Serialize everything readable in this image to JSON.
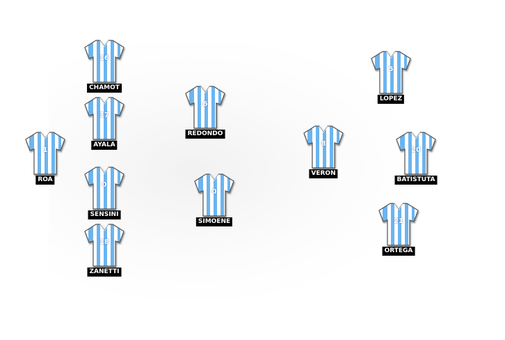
{
  "colors": {
    "shirt_blue": "#6cb4ee",
    "shirt_white": "#ffffff",
    "label_bg": "#000000"
  },
  "players": [
    {
      "id": "chamot",
      "name": "CHAMOT",
      "number": "16"
    },
    {
      "id": "ayala",
      "name": "AYALA",
      "number": "17"
    },
    {
      "id": "roa",
      "name": "ROA",
      "number": "1"
    },
    {
      "id": "sensini",
      "name": "SENSINI",
      "number": "0"
    },
    {
      "id": "zanetti",
      "name": "ZANETTI",
      "number": "18"
    },
    {
      "id": "redondo",
      "name": "REDONDO",
      "number": "6"
    },
    {
      "id": "simoene",
      "name": "SIMOENE",
      "number": "0"
    },
    {
      "id": "lopez",
      "name": "LOPEZ",
      "number": "5"
    },
    {
      "id": "veron",
      "name": "VERON",
      "number": "8"
    },
    {
      "id": "batistuta",
      "name": "BATISTUTA",
      "number": "20"
    },
    {
      "id": "ortega",
      "name": "ORTEGA",
      "number": "21"
    }
  ]
}
